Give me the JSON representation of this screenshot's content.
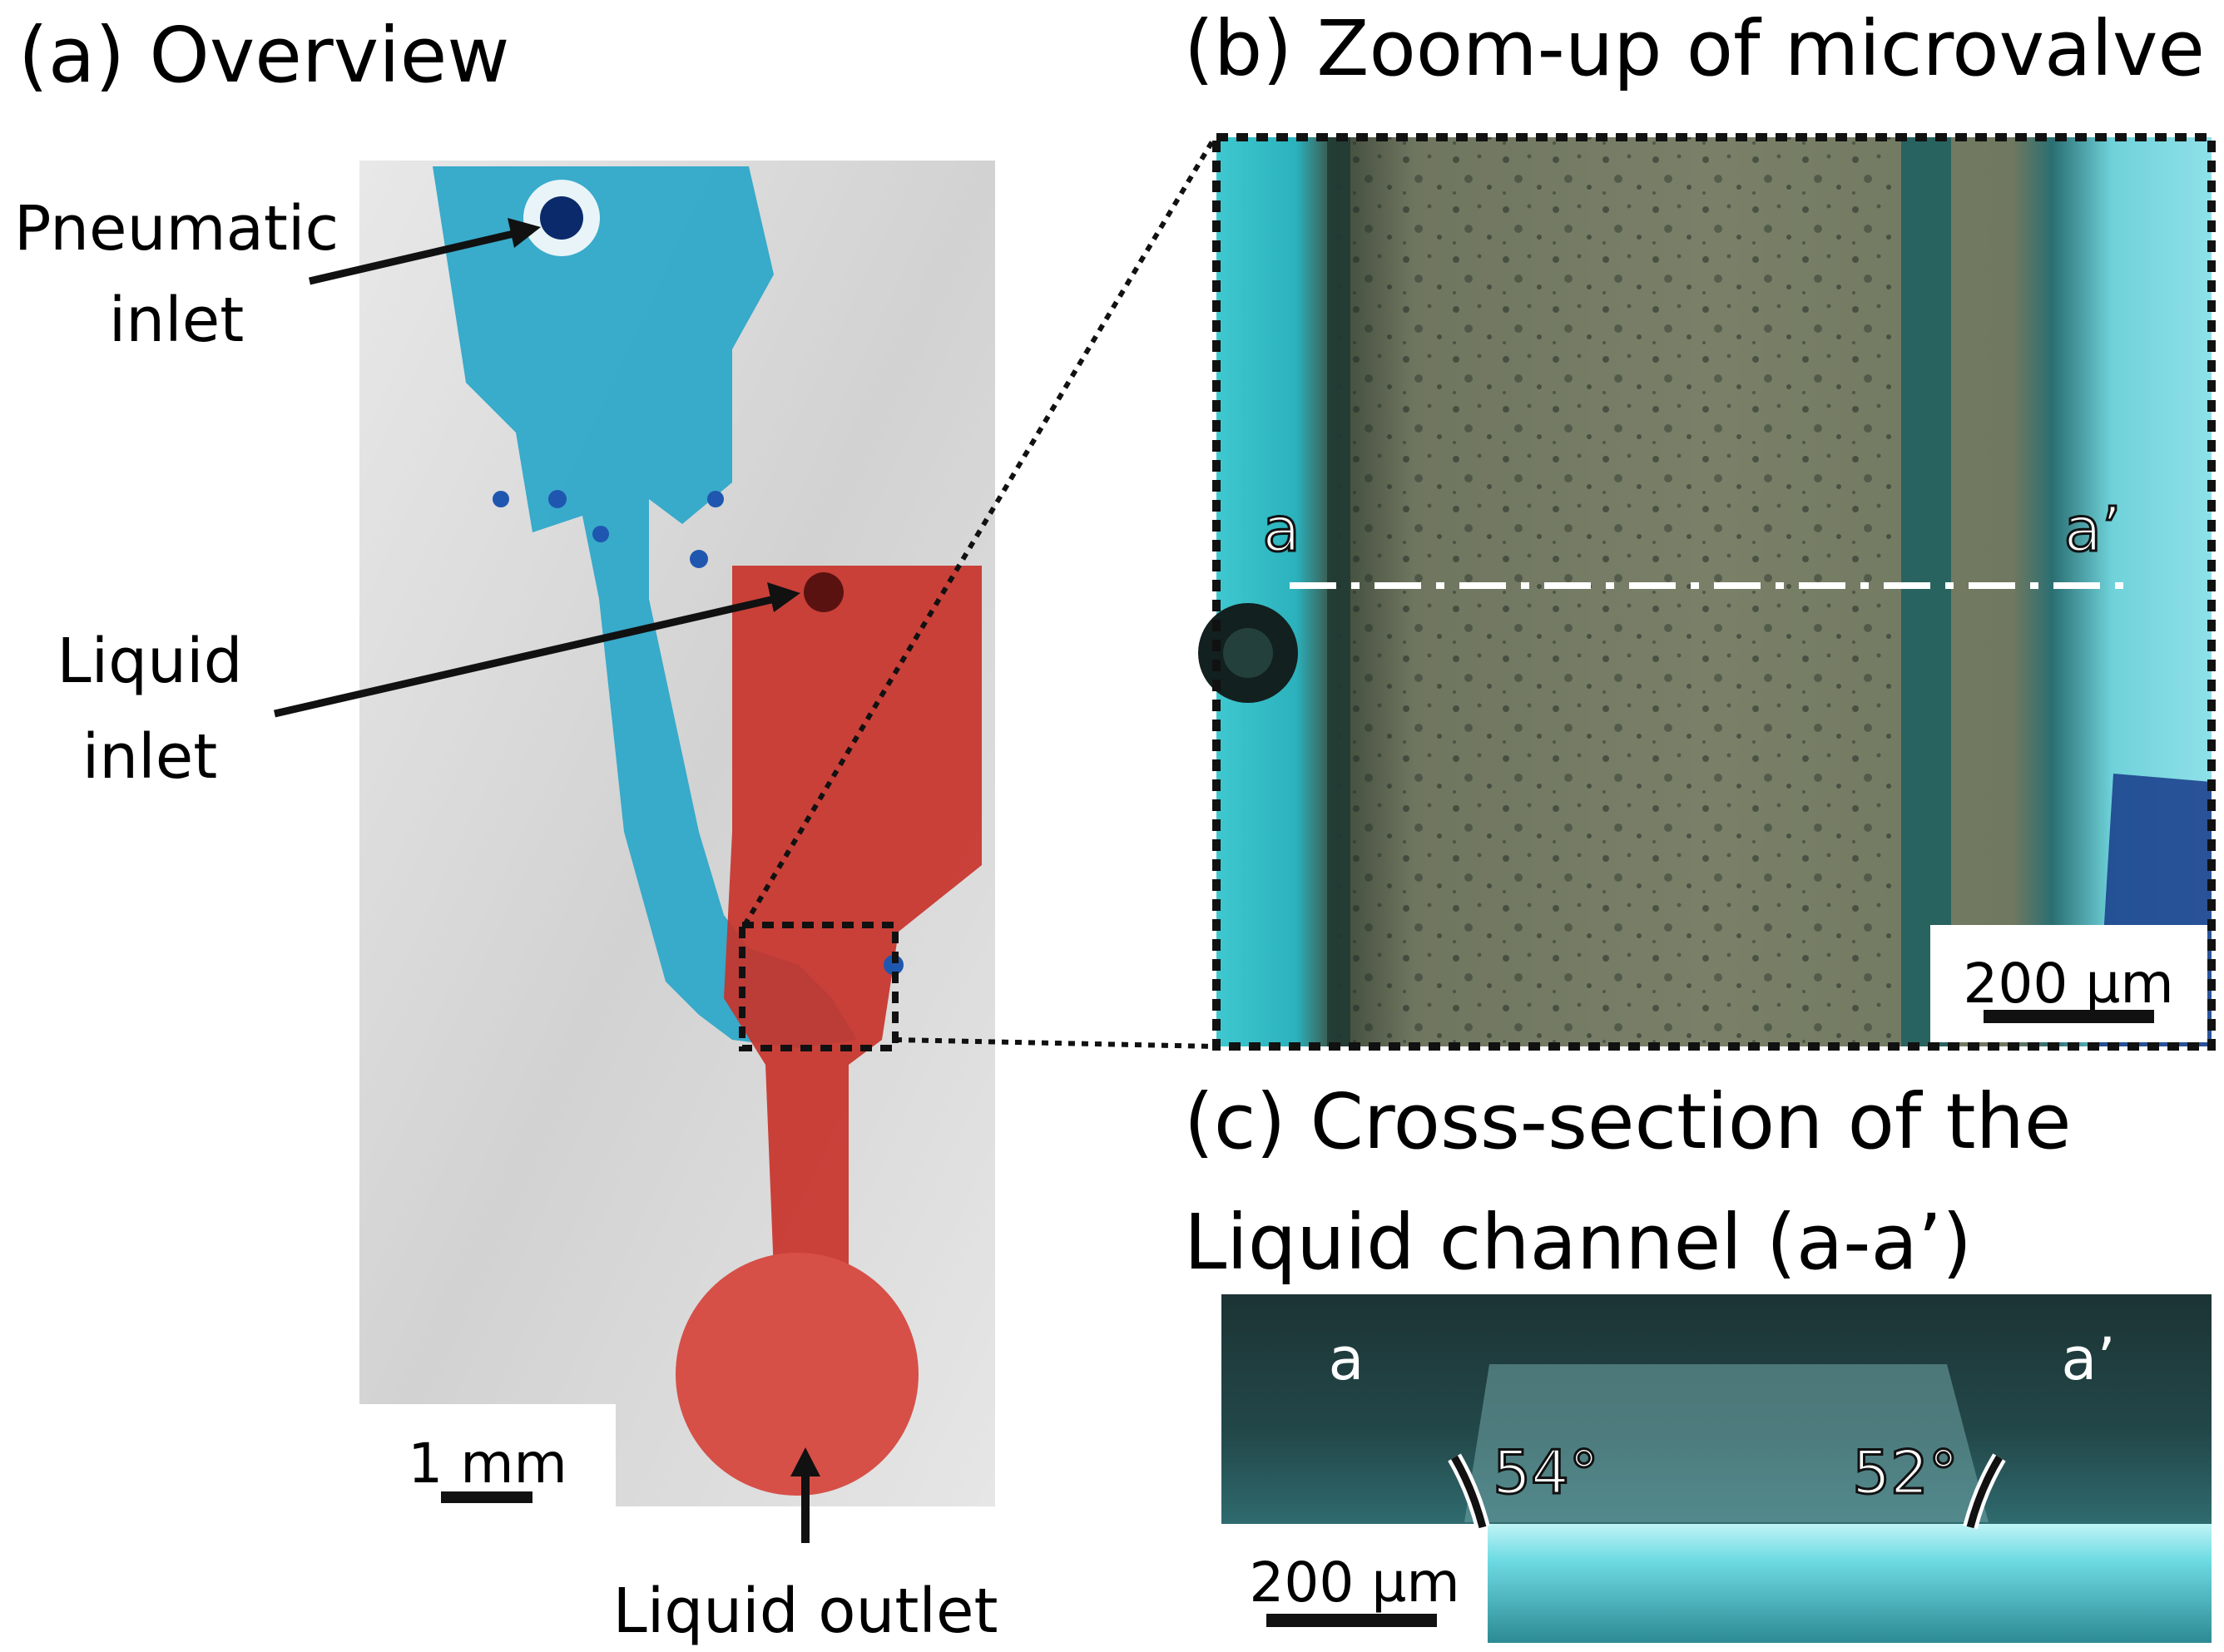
{
  "panels": {
    "a": {
      "title": "(a) Overview"
    },
    "b": {
      "title": "(b) Zoom-up of microvalve"
    },
    "c": {
      "title_line1": "(c) Cross-section of the",
      "title_line2": "Liquid channel (a-a’)"
    }
  },
  "labels": {
    "pneumatic_inlet_1": "Pneumatic",
    "pneumatic_inlet_2": "inlet",
    "liquid_inlet_1": "Liquid",
    "liquid_inlet_2": "inlet",
    "liquid_outlet": "Liquid outlet"
  },
  "scale_bars": {
    "a": "1 mm",
    "b": "200 µm",
    "c": "200 µm"
  },
  "markers": {
    "b_a": "a",
    "b_a_prime": "a’",
    "c_a": "a",
    "c_a_prime": "a’"
  },
  "angles": {
    "left": "54°",
    "right": "52°"
  },
  "colors": {
    "pneumatic_dye": "#2aa6c9",
    "liquid_dye": "#c8332b",
    "background_chip": "#d9d9d9"
  }
}
